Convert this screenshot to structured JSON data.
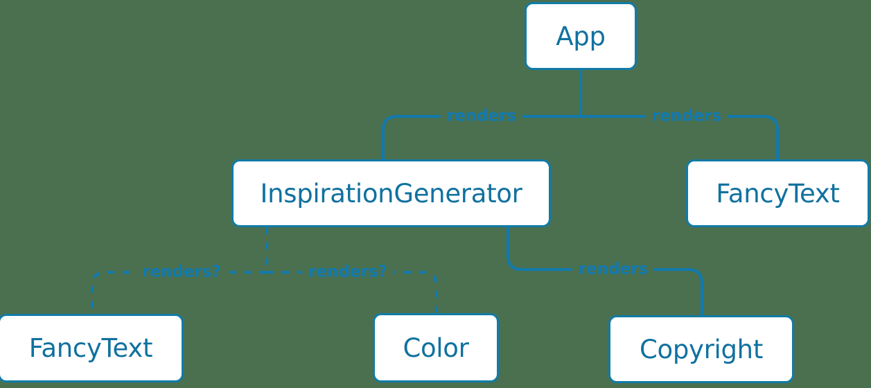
{
  "diagram": {
    "type": "component-tree",
    "background_color": "#4a7050",
    "node_fill_color": "#ffffff",
    "node_border_color": "#117ba8",
    "node_text_color": "#10719f",
    "edge_color": "#1179ae",
    "edge_label_color": "#1179ae",
    "nodes": [
      {
        "id": "app",
        "label": "App"
      },
      {
        "id": "inspiration_generator",
        "label": "InspirationGenerator"
      },
      {
        "id": "fancytext_right",
        "label": "FancyText"
      },
      {
        "id": "fancytext_left",
        "label": "FancyText"
      },
      {
        "id": "color",
        "label": "Color"
      },
      {
        "id": "copyright",
        "label": "Copyright"
      }
    ],
    "edges": [
      {
        "id": "app-inspiration",
        "from": "app",
        "to": "inspiration_generator",
        "label": "renders",
        "style": "solid"
      },
      {
        "id": "app-fancytext",
        "from": "app",
        "to": "fancytext_right",
        "label": "renders",
        "style": "solid"
      },
      {
        "id": "ig-fancytext",
        "from": "inspiration_generator",
        "to": "fancytext_left",
        "label": "renders?",
        "style": "dashed"
      },
      {
        "id": "ig-color",
        "from": "inspiration_generator",
        "to": "color",
        "label": "renders?",
        "style": "dashed"
      },
      {
        "id": "ig-copyright",
        "from": "inspiration_generator",
        "to": "copyright",
        "label": "renders",
        "style": "solid"
      }
    ]
  }
}
